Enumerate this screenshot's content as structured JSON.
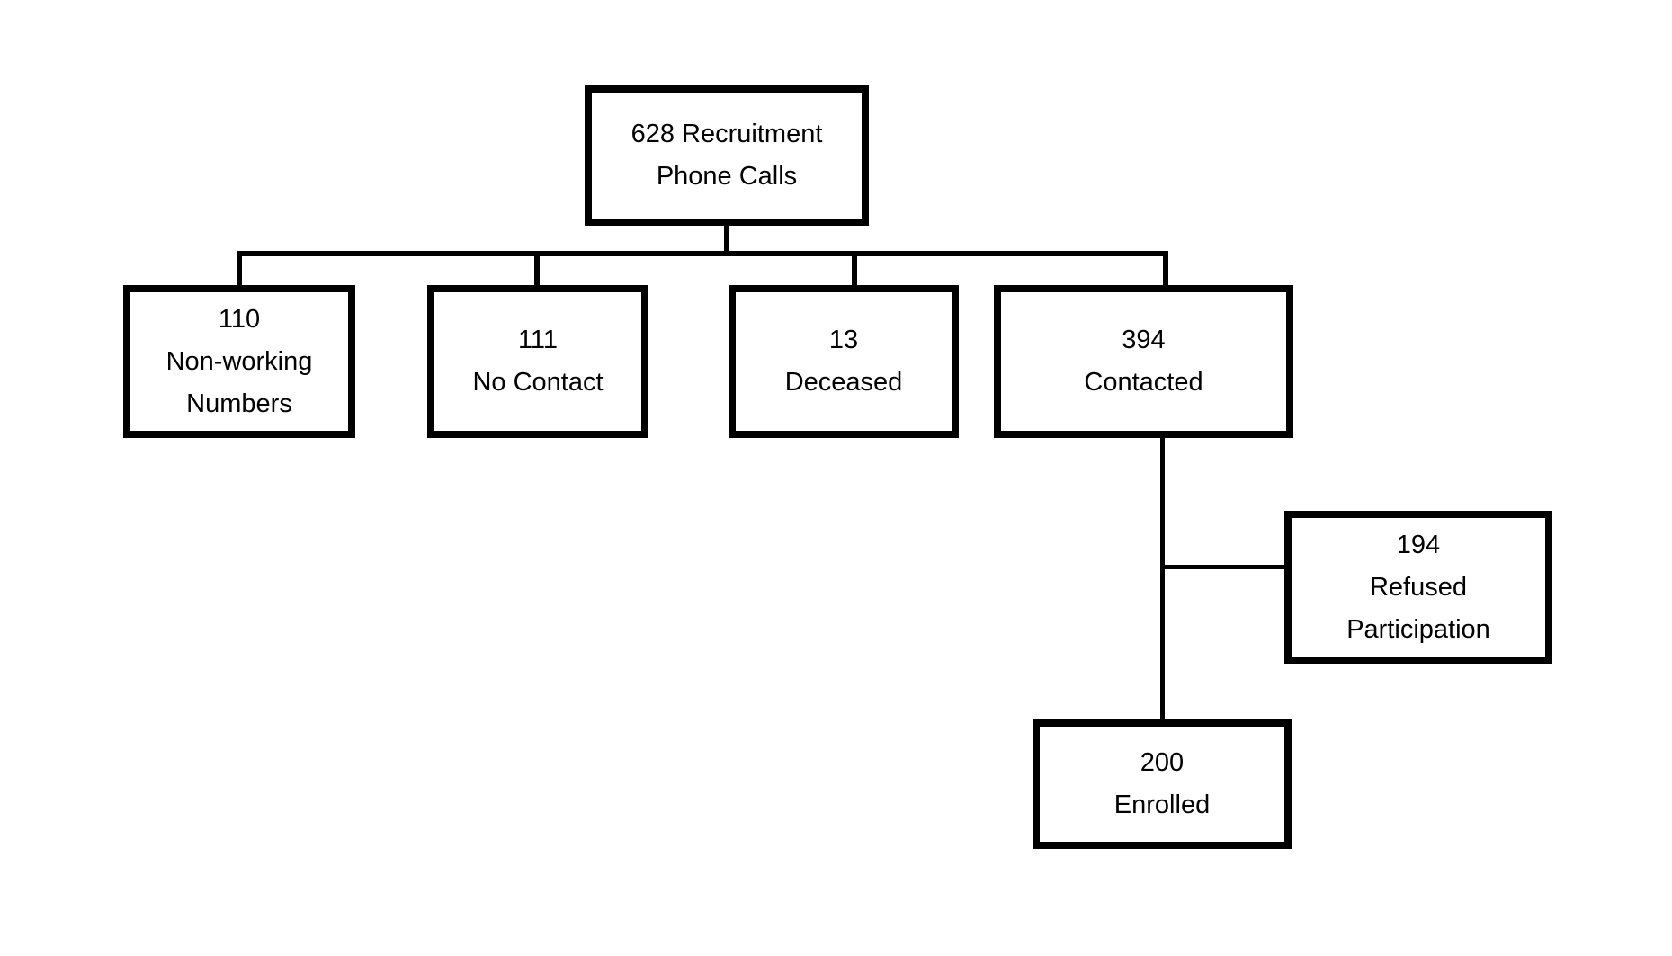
{
  "nodes": {
    "root": {
      "lines": [
        "628 Recruitment",
        "Phone Calls"
      ]
    },
    "nonworking": {
      "lines": [
        "110",
        "Non-working",
        "Numbers"
      ]
    },
    "nocontact": {
      "lines": [
        "111",
        "No Contact"
      ]
    },
    "deceased": {
      "lines": [
        "13",
        "Deceased"
      ]
    },
    "contacted": {
      "lines": [
        "394",
        "Contacted"
      ]
    },
    "refused": {
      "lines": [
        "194",
        "Refused",
        "Participation"
      ]
    },
    "enrolled": {
      "lines": [
        "200",
        "Enrolled"
      ]
    }
  },
  "edges": [
    {
      "from": "root",
      "to": "nonworking"
    },
    {
      "from": "root",
      "to": "nocontact"
    },
    {
      "from": "root",
      "to": "deceased"
    },
    {
      "from": "root",
      "to": "contacted"
    },
    {
      "from": "contacted",
      "to": "refused"
    },
    {
      "from": "contacted",
      "to": "enrolled"
    }
  ],
  "colors": {
    "background": "#ffffff",
    "box_border": "#000000",
    "box_fill": "#ffffff",
    "line": "#000000",
    "text": "#000000"
  }
}
